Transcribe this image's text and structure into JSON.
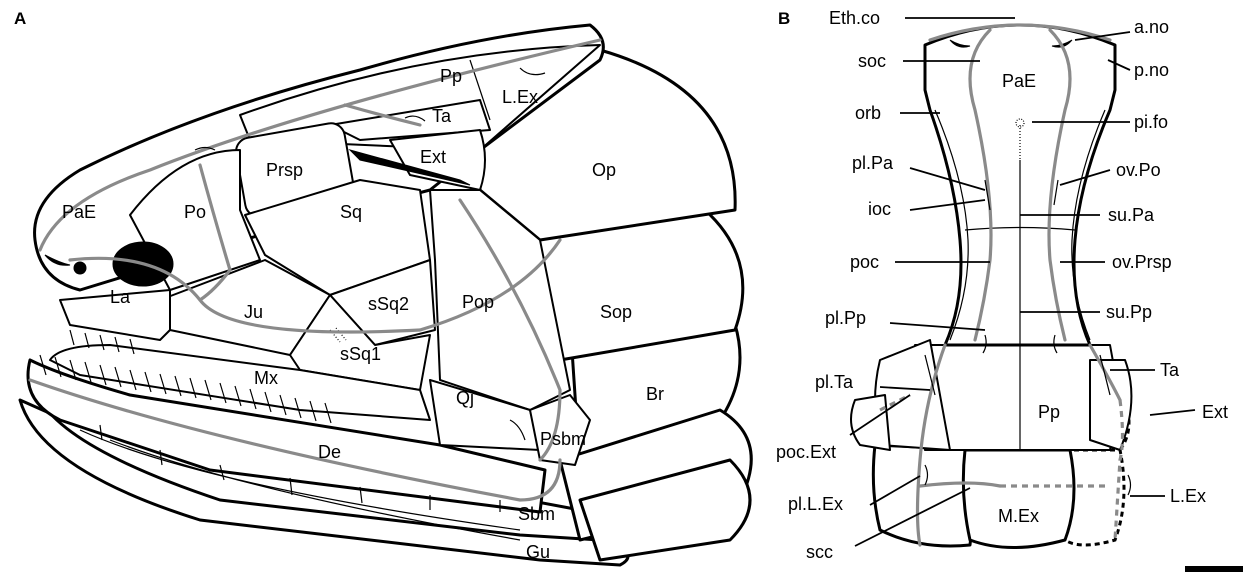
{
  "panels": {
    "a": "A",
    "b": "B"
  },
  "labels_a": {
    "pp": "Pp",
    "lex": "L.Ex",
    "ta": "Ta",
    "ext": "Ext",
    "op": "Op",
    "prsp": "Prsp",
    "sq": "Sq",
    "pae": "PaE",
    "po": "Po",
    "ju": "Ju",
    "ssq2": "sSq2",
    "pop": "Pop",
    "sop": "Sop",
    "la": "La",
    "ssq1": "sSq1",
    "mx": "Mx",
    "qj": "Qj",
    "br": "Br",
    "psbm": "Psbm",
    "de": "De",
    "sbm": "Sbm",
    "gu": "Gu"
  },
  "labels_b": {
    "ethco": "Eth.co",
    "ano": "a.no",
    "soc": "soc",
    "pae": "PaE",
    "pno": "p.no",
    "orb": "orb",
    "pifo": "pi.fo",
    "plpa": "pl.Pa",
    "ovpo": "ov.Po",
    "ioc": "ioc",
    "supa": "su.Pa",
    "poc": "poc",
    "ovprsp": "ov.Prsp",
    "plpp": "pl.Pp",
    "supp": "su.Pp",
    "plta": "pl.Ta",
    "ta": "Ta",
    "pp": "Pp",
    "ext": "Ext",
    "pocext": "poc.Ext",
    "plLex": "pl.L.Ex",
    "lex": "L.Ex",
    "mex": "M.Ex",
    "scc": "scc"
  },
  "colors": {
    "canal": "#8a8a8a",
    "bone_outline": "#000000"
  }
}
